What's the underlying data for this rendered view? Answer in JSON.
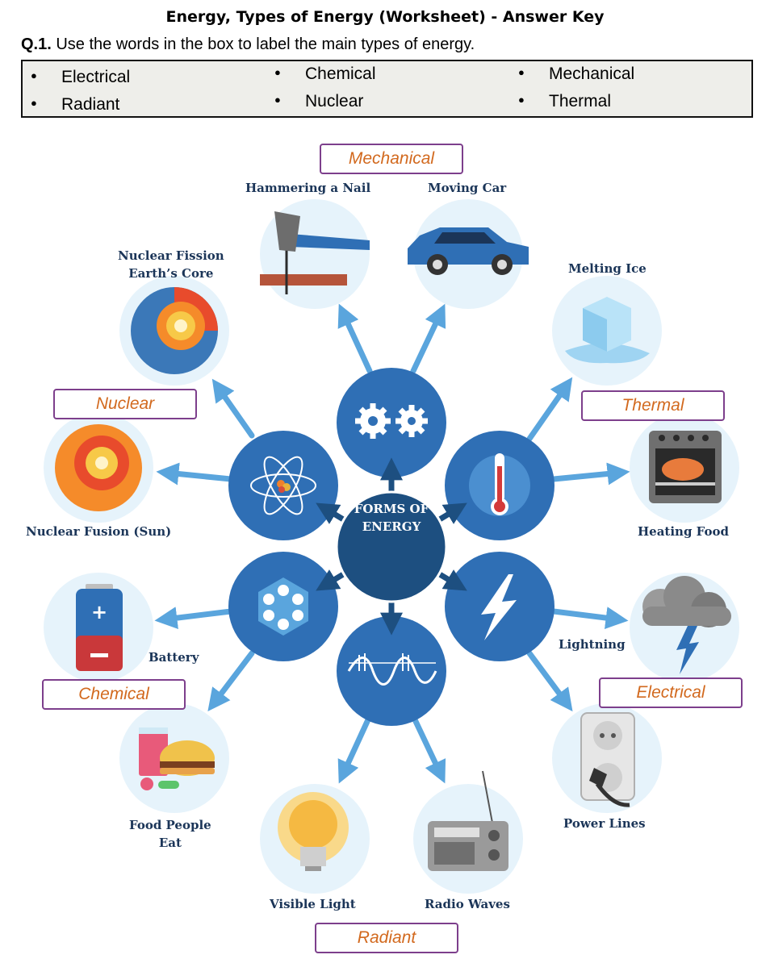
{
  "title": "Energy, Types of Energy (Worksheet) - Answer Key",
  "question": {
    "number": "Q.1.",
    "text": "Use the words in the box to label the main types of energy."
  },
  "word_box": [
    "Electrical",
    "Chemical",
    "Mechanical",
    "Radiant",
    "Nuclear",
    "Thermal"
  ],
  "center_label": {
    "line1": "FORMS OF",
    "line2": "ENERGY"
  },
  "captions": {
    "hammering_nail": "Hammering a Nail",
    "moving_car": "Moving Car",
    "nuclear_fission_1": "Nuclear Fission",
    "nuclear_fission_2": "Earth’s Core",
    "melting_ice": "Melting Ice",
    "nuclear_fusion": "Nuclear Fusion (Sun)",
    "heating_food": "Heating Food",
    "battery": "Battery",
    "lightning": "Lightning",
    "food_people_eat_1": "Food People",
    "food_people_eat_2": "Eat",
    "power_lines": "Power Lines",
    "visible_light": "Visible Light",
    "radio_waves": "Radio Waves"
  },
  "answers": {
    "mechanical": "Mechanical",
    "nuclear": "Nuclear",
    "thermal": "Thermal",
    "chemical": "Chemical",
    "electrical": "Electrical",
    "radiant": "Radiant"
  },
  "colors": {
    "hub_dark": "#1d4f80",
    "hub_blue": "#2f6fb5",
    "arrow_blue": "#5aa5dd",
    "circle_bg": "#e6f3fb",
    "answer_text": "#d2691e",
    "answer_border": "#7d3f8c",
    "caption": "#1b3558"
  }
}
